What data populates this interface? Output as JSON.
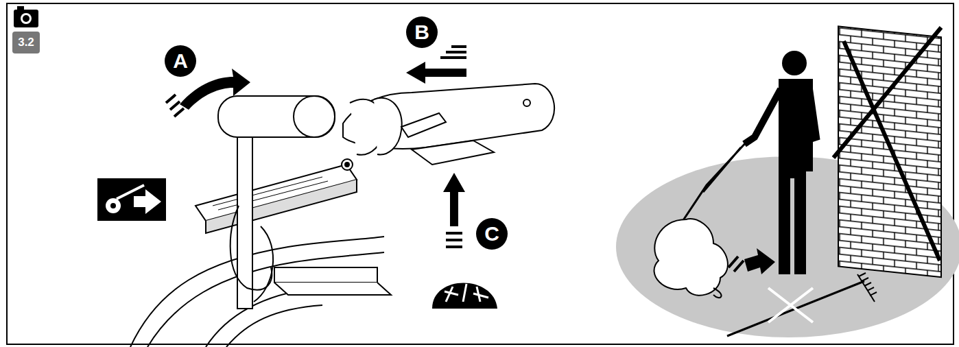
{
  "diagram": {
    "nodes": [
      {
        "text": [
          "3.2"
        ]
      },
      {
        "text": [
          "A"
        ]
      },
      {
        "text": [
          "B"
        ]
      },
      {
        "text": [
          "C"
        ]
      }
    ]
  }
}
